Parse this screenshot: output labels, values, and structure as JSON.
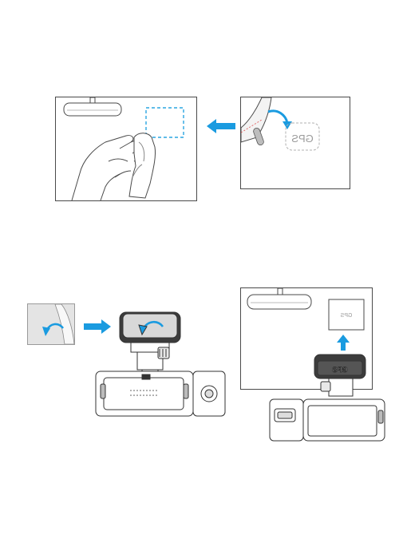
{
  "step1": {
    "gps_label": "GPS",
    "mirrored": true
  },
  "step2": {
    "mount_label": "GPS",
    "sticker_label": "GPS",
    "mirrored": true
  },
  "colors": {
    "accent": "#1a9be0",
    "line": "#4a4a4a",
    "gps_box": "#2aa5e0",
    "pad_gray": "#d8d8d8"
  }
}
